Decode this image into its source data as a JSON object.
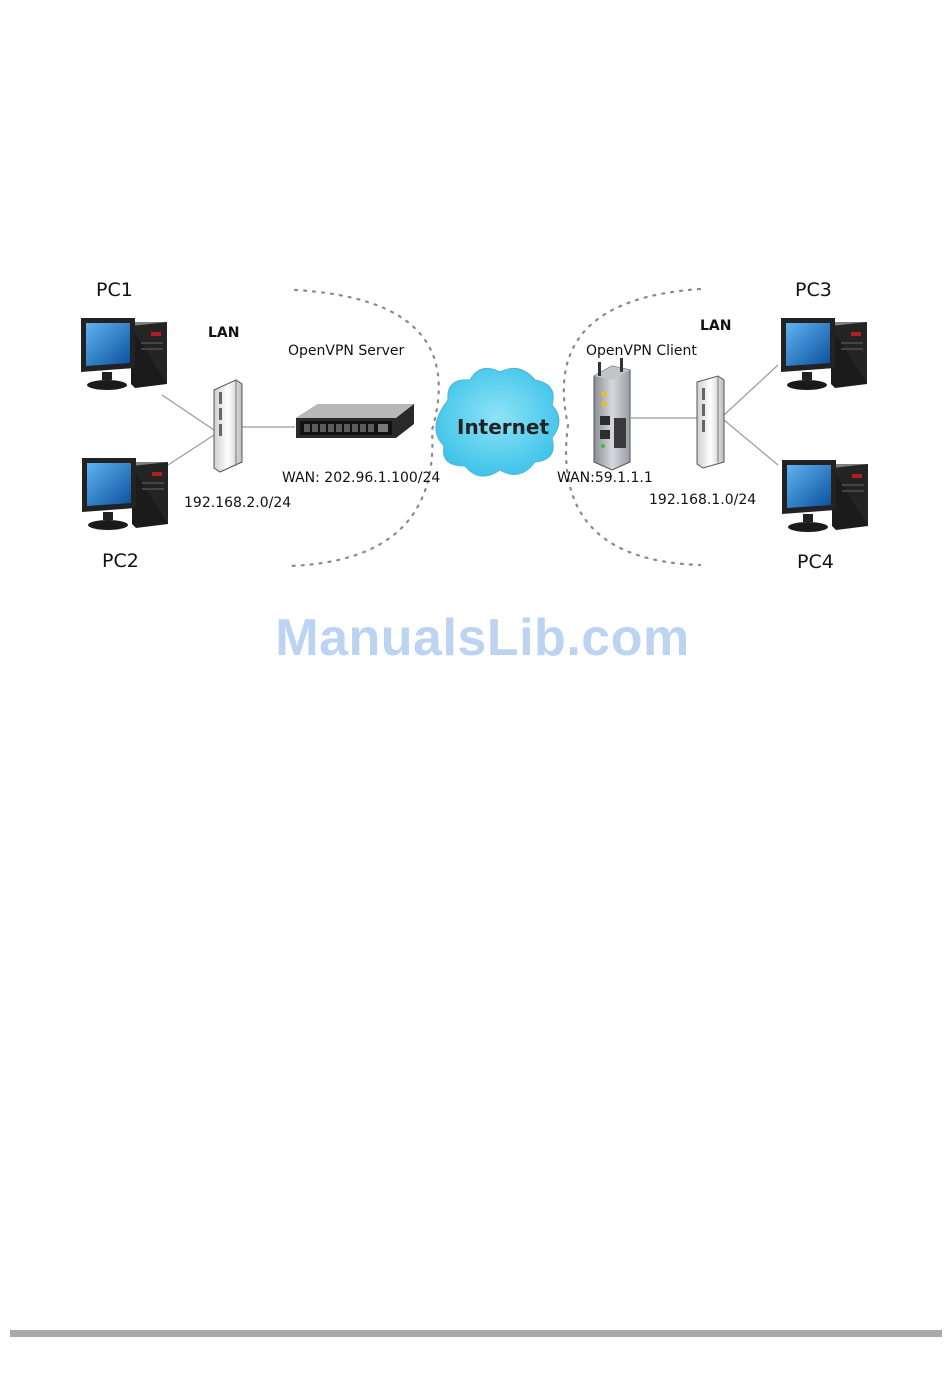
{
  "diagram": {
    "pcs": {
      "pc1": "PC1",
      "pc2": "PC2",
      "pc3": "PC3",
      "pc4": "PC4"
    },
    "lan_left": "LAN",
    "lan_right": "LAN",
    "server_label": "OpenVPN Server",
    "client_label": "OpenVPN Client",
    "internet_label": "Internet",
    "server_wan": "WAN: 202.96.1.100/24",
    "client_wan": "WAN:59.1.1.1",
    "left_subnet": "192.168.2.0/24",
    "right_subnet": "192.168.1.0/24",
    "colors": {
      "cloud": "#5ed1ee",
      "screen": "#1574c9",
      "tower": "#1a1a1a",
      "dots": "#888888"
    }
  },
  "watermark": "ManualsLib.com"
}
